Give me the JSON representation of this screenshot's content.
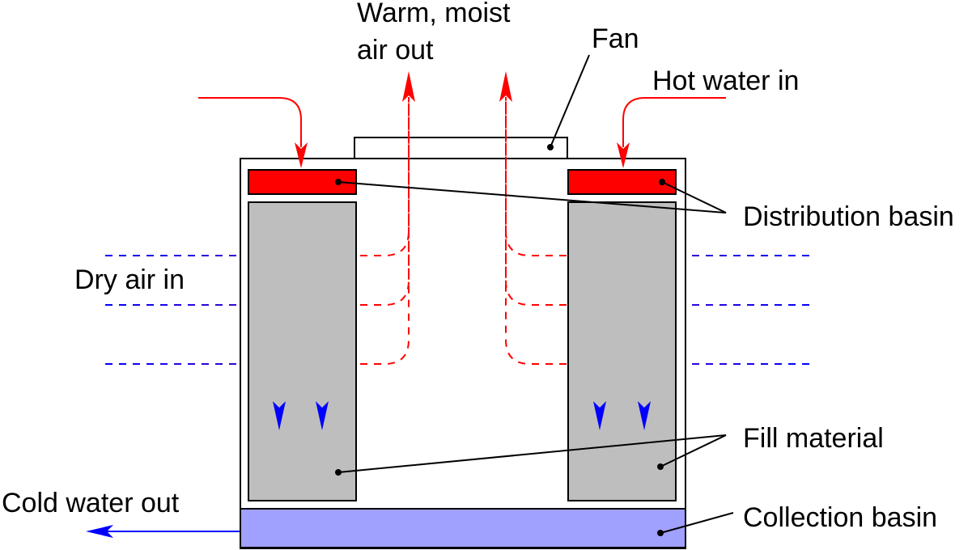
{
  "labels": {
    "warm_air_line1": "Warm, moist",
    "warm_air_line2": "air out",
    "fan": "Fan",
    "hot_water": "Hot water in",
    "distribution": "Distribution basin",
    "dry_air": "Dry air in",
    "fill": "Fill material",
    "cold_water": "Cold water out",
    "collection": "Collection basin"
  },
  "colors": {
    "hot": "#ff0000",
    "cold": "#0000ff",
    "fill_material": "#bebebe",
    "collection_basin": "#a0a0ff",
    "outline": "#000000",
    "dry_air_start": "#0000ff",
    "dry_air_end": "#7a0d9a"
  }
}
